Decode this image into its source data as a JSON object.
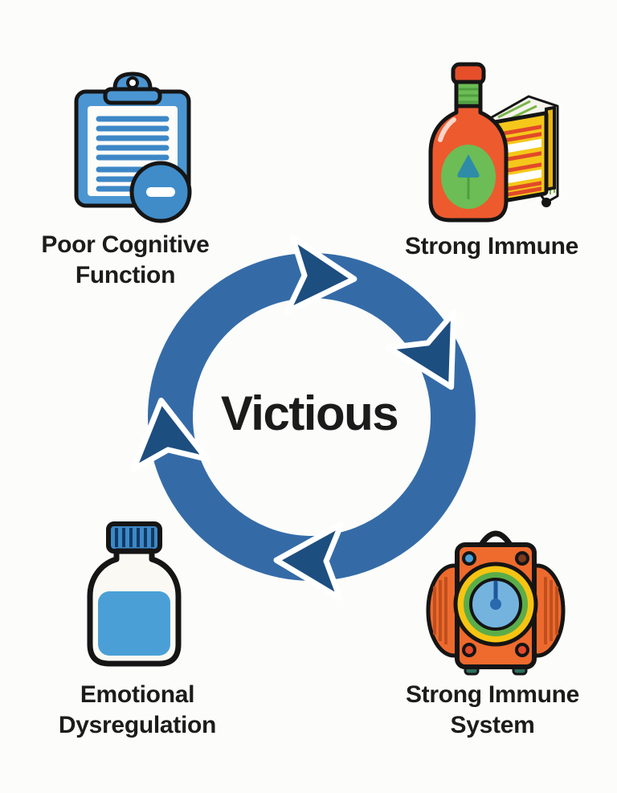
{
  "page": {
    "background": "#fcfcfa",
    "text_color": "#1c1c1c"
  },
  "diagram": {
    "center_label": "Victious",
    "direction": "clockwise",
    "colors": {
      "ring": "#346ba7",
      "arrow": "#1d4e80",
      "arrow_outline": "#ffffff"
    },
    "nodes": [
      {
        "id": "poor-cognitive-function",
        "position": "top-left",
        "icon": "clipboard-minus-icon",
        "lines": [
          "Poor Cognitive",
          "Function"
        ]
      },
      {
        "id": "strong-immune",
        "position": "top-right",
        "icon": "sauce-bottle-and-book-icon",
        "lines": [
          "Strong Immune"
        ]
      },
      {
        "id": "emotional-dysregulation",
        "position": "bottom-left",
        "icon": "medicine-bottle-icon",
        "lines": [
          "Emotional",
          "Dysregulation"
        ]
      },
      {
        "id": "strong-immune-system",
        "position": "bottom-right",
        "icon": "kitchen-scale-icon",
        "lines": [
          "Strong Immune",
          "System"
        ]
      }
    ],
    "icon_palette": {
      "clipboard_blue": "#4b96d2",
      "clipboard_line_blue": "#3d87c6",
      "minus_badge_blue": "#3f8cc9",
      "sauce_bottle_red": "#ed5a2e",
      "bottle_label_green": "#6cbd55",
      "label_drop_teal": "#2e8ca8",
      "book_yellow": "#f5c71a",
      "book_stripe_red": "#e2492a",
      "medicine_liquid_blue": "#4aa0d6",
      "medicine_cap_blue": "#3e88c6",
      "scale_orange": "#ee6a2d",
      "dial_yellow": "#f6c412",
      "dial_green": "#5bad49",
      "dial_face_blue": "#74b3de",
      "needle_blue": "#1e579c"
    }
  }
}
